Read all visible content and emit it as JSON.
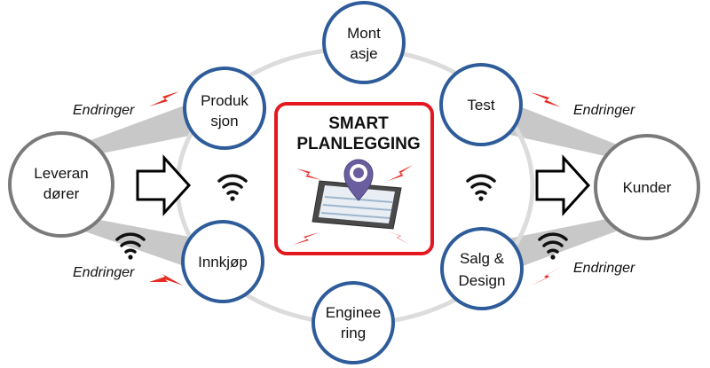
{
  "diagram": {
    "center": {
      "title_line1": "SMART",
      "title_line2": "PLANLEGGING"
    },
    "nodes": {
      "leverandorer": {
        "line1": "Leveran",
        "line2": "dører"
      },
      "kunder": {
        "line1": "Kunder"
      },
      "montasje": {
        "line1": "Mont",
        "line2": "asje"
      },
      "produksjon": {
        "line1": "Produk",
        "line2": "sjon"
      },
      "test": {
        "line1": "Test"
      },
      "innkjop": {
        "line1": "Innkjøp"
      },
      "salg_design": {
        "line1": "Salg &",
        "line2": "Design"
      },
      "engineering": {
        "line1": "Enginee",
        "line2": "ring"
      }
    },
    "change_labels": {
      "top_left": "Endringer",
      "top_right": "Endringer",
      "bottom_left": "Endringer",
      "bottom_right": "Endringer"
    }
  },
  "colors": {
    "circle_border": "#2E5C9A",
    "end_circle_border": "#7A7A7A",
    "center_border": "#E4171E",
    "lightning": "#E62B23",
    "ring": "#DCDCDC",
    "funnel": "#C8C8C8"
  }
}
